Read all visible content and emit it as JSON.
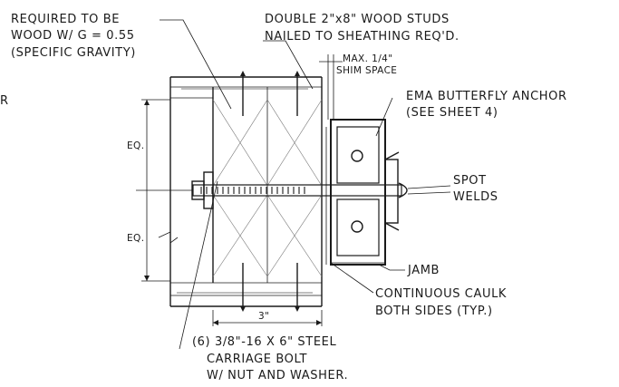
{
  "labels": {
    "wood_req": [
      "REQUIRED TO BE",
      "WOOD W/ G = 0.55",
      "(SPECIFIC GRAVITY)"
    ],
    "studs": [
      "DOUBLE 2\"x8\" WOOD STUDS",
      "NAILED TO SHEATHING REQ'D."
    ],
    "shim": [
      "MAX. 1/4\"",
      "SHIM SPACE"
    ],
    "anchor": [
      "EMA BUTTERFLY ANCHOR",
      "(SEE SHEET 4)"
    ],
    "spot": [
      "SPOT",
      "WELDS"
    ],
    "jamb": "JAMB",
    "caulk": [
      "CONTINUOUS CAULK",
      "BOTH SIDES (TYP.)"
    ],
    "bolt": [
      "(6) 3/8\"-16 X 6\" STEEL",
      "CARRIAGE BOLT",
      "W/ NUT AND WASHER."
    ],
    "eq_top": "EQ.",
    "eq_bottom": "EQ.",
    "dim": "3\"",
    "edge_fragment": "R"
  }
}
